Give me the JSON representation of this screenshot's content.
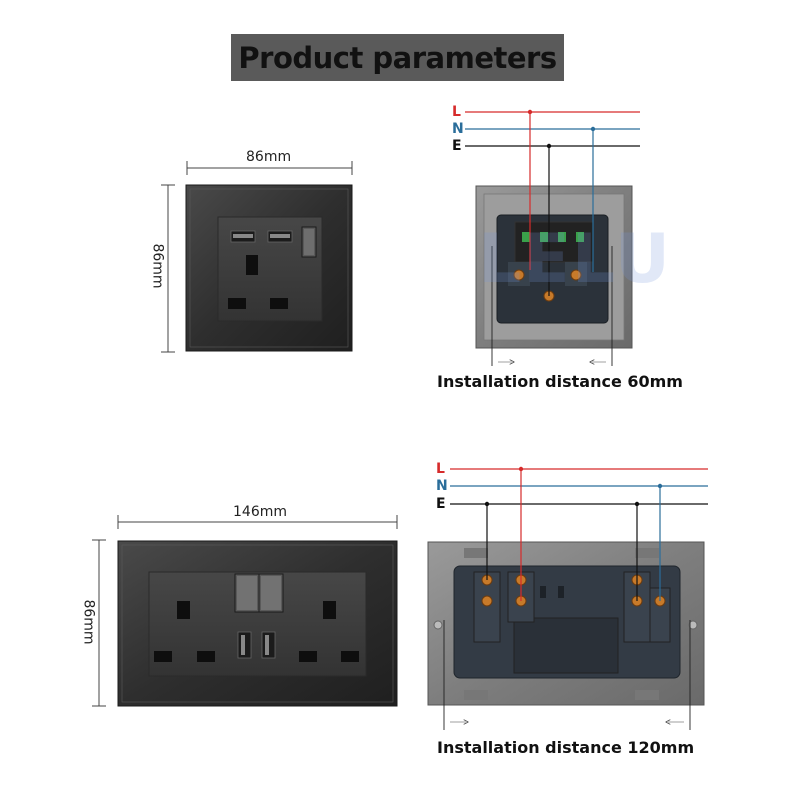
{
  "title": "Product parameters",
  "watermark": "LELU",
  "single_socket": {
    "width_label": "86mm",
    "height_label": "86mm",
    "install_label": "Installation distance 60mm"
  },
  "double_socket": {
    "width_label": "146mm",
    "height_label": "86mm",
    "install_label": "Installation distance 120mm"
  },
  "wires": {
    "L": {
      "label": "L",
      "color": "#d62b2b"
    },
    "N": {
      "label": "N",
      "color": "#2a6d9a"
    },
    "E": {
      "label": "E",
      "color": "#111111"
    }
  }
}
